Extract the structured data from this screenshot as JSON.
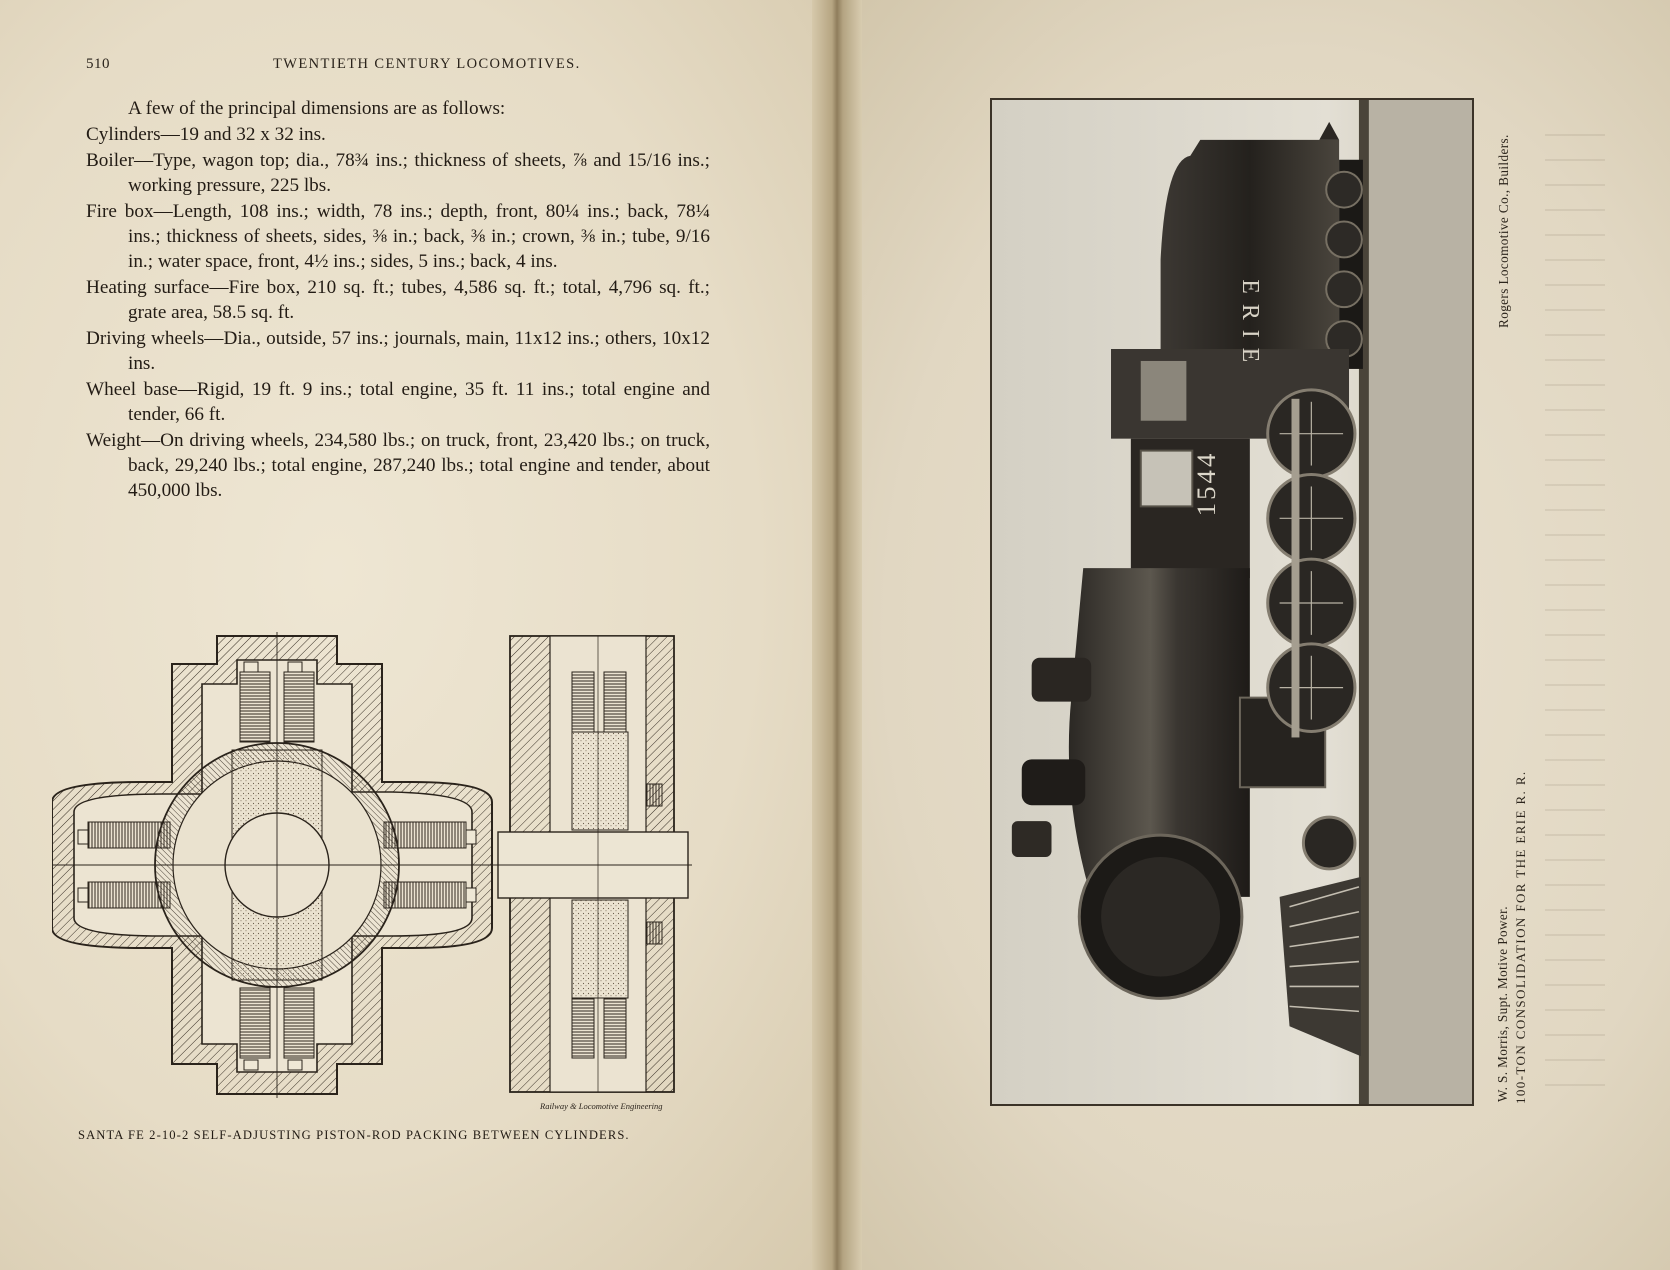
{
  "left_page": {
    "page_number": "510",
    "running_head": "TWENTIETH CENTURY LOCOMOTIVES.",
    "paragraphs": [
      "A few of the principal dimensions are as follows:",
      "Cylinders—19 and 32 x 32 ins.",
      "Boiler—Type, wagon top; dia., 78¾ ins.; thickness of sheets, ⅞ and 15/16 ins.; working pressure, 225 lbs.",
      "Fire box—Length, 108 ins.; width, 78 ins.; depth, front, 80¼ ins.; back, 78¼ ins.; thickness of sheets, sides, ⅜ in.; back, ⅜ in.; crown, ⅜ in.; tube, 9/16 in.; water space, front, 4½ ins.; sides, 5 ins.; back, 4 ins.",
      "Heating surface—Fire box, 210 sq. ft.; tubes, 4,586 sq. ft.; total, 4,796 sq. ft.; grate area, 58.5 sq. ft.",
      "Driving wheels—Dia., outside, 57 ins.; journals, main, 11x12 ins.; others, 10x12 ins.",
      "Wheel base—Rigid, 19 ft. 9 ins.; total engine, 35 ft. 11 ins.; total engine and tender, 66 ft.",
      "Weight—On driving wheels, 234,580 lbs.; on truck, front, 23,420 lbs.; on truck, back, 29,240 lbs.; total engine, 287,240 lbs.; total engine and tender, about 450,000 lbs."
    ],
    "figure": {
      "engraver_credit": "Railway & Locomotive Engineering",
      "caption": "SANTA FE 2-10-2 SELF-ADJUSTING PISTON-ROD PACKING BETWEEN CYLINDERS."
    }
  },
  "right_page": {
    "plate": {
      "tender_lettering": "ERIE",
      "cab_number": "1544",
      "title": "100-TON CONSOLIDATION FOR THE ERIE R. R.",
      "credit_left": "W. S. Morris, Supt. Motive Power.",
      "credit_right": "Rogers Locomotive Co., Builders."
    }
  }
}
